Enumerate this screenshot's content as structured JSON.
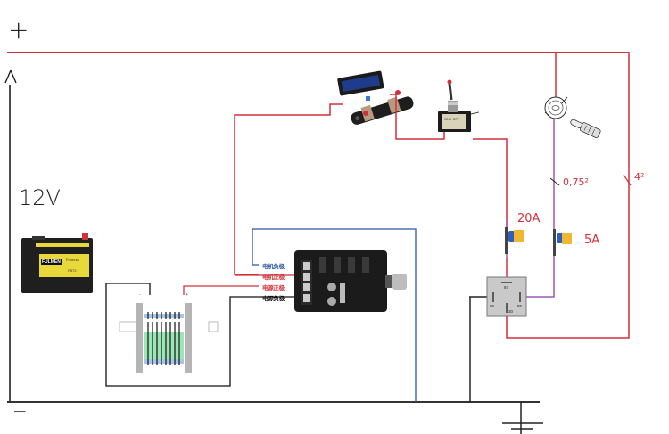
{
  "title": "12V DC motor speed controller wiring diagram",
  "rails": {
    "positive_symbol": "+",
    "negative_symbol": "−",
    "arrow_symbol": "^"
  },
  "battery": {
    "voltage_label": "12V",
    "brand": "FULMEN",
    "model": "Formula",
    "code": "FB72"
  },
  "controller": {
    "terminals": [
      {
        "label": "电机负极",
        "color": "#2b58a8"
      },
      {
        "label": "电机正极",
        "color": "#d0323a"
      },
      {
        "label": "电源正极",
        "color": "#d0323a"
      },
      {
        "label": "电源负极",
        "color": "#111111"
      }
    ]
  },
  "switch": {
    "label_text": "ON / OFF"
  },
  "relay": {
    "pins": [
      "87",
      "86",
      "85",
      "30"
    ]
  },
  "fuses": [
    {
      "rating": "20A"
    },
    {
      "rating": "5A"
    }
  ],
  "wire_sections": [
    {
      "label": "0,75²"
    },
    {
      "label": "4²"
    }
  ],
  "colors": {
    "positive_wire": "#d0323a",
    "negative_wire": "#222222",
    "signal_wire": "#9b59b6",
    "motor_neg_wire": "#2b58a8",
    "fuse_body": "#f0b732",
    "fuse_blade": "#2e5fbf",
    "relay_body": "#c9c9c9"
  }
}
